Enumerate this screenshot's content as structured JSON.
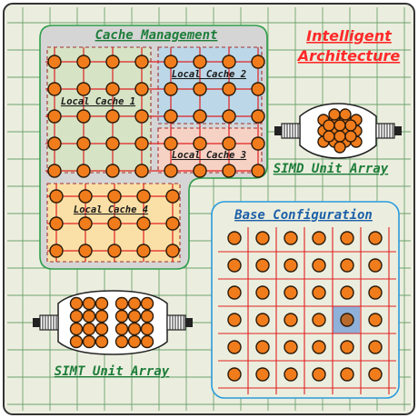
{
  "title": {
    "line1": "Intelligent",
    "line2": "Architecture"
  },
  "cache_management": {
    "label": "Cache Management",
    "local_caches": [
      {
        "label": "Local Cache 1",
        "fill": "#d6e3c4"
      },
      {
        "label": "Local Cache 2",
        "fill": "#bcd8e8"
      },
      {
        "label": "Local Cache 3",
        "fill": "#f6d2c4"
      },
      {
        "label": "Local Cache 4",
        "fill": "#fae0a6"
      }
    ]
  },
  "simd": {
    "label": "SIMD Unit Array"
  },
  "simt": {
    "label": "SIMT Unit Array"
  },
  "base_configuration": {
    "label": "Base Configuration"
  },
  "colors": {
    "board": "#ebeede",
    "grid_line": "#6ea26e",
    "red_line": "#e02020",
    "node_fill": "#f07c1c",
    "node_stroke": "#2a1a0a",
    "cache_panel": "#d5d5d5",
    "cache_border": "#2e9e4a",
    "base_border": "#2a9adc",
    "highlight_cell": "#8fb0d8"
  }
}
